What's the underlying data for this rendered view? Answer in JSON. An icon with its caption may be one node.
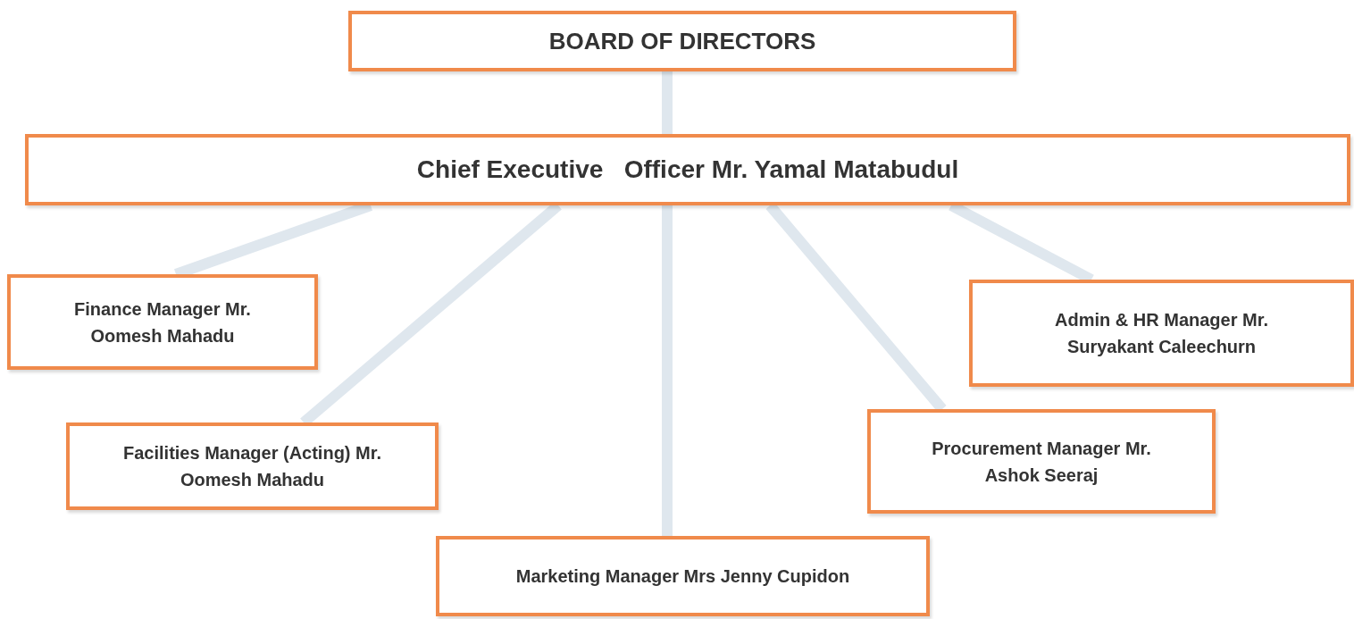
{
  "diagram": {
    "nodes": [
      {
        "text": [
          "BOARD OF DIRECTORS"
        ]
      },
      {
        "text": [
          "Chief Executive   Officer Mr. Yamal Matabudul"
        ]
      },
      {
        "text": [
          "Finance Manager Mr. Oomesh Mahadu"
        ]
      },
      {
        "text": [
          "Admin & HR Manager Mr. Suryakant Caleechurn"
        ]
      },
      {
        "text": [
          "Facilities Manager (Acting) Mr. Oomesh Mahadu"
        ]
      },
      {
        "text": [
          "Procurement Manager Mr. Ashok Seeraj"
        ]
      },
      {
        "text": [
          "Marketing Manager Mrs Jenny Cupidon"
        ]
      }
    ],
    "edges": [
      {
        "from": 0,
        "to": 1,
        "arrow": "none"
      },
      {
        "from": 1,
        "to": 2,
        "arrow": "none"
      },
      {
        "from": 1,
        "to": 4,
        "arrow": "none"
      },
      {
        "from": 1,
        "to": 6,
        "arrow": "none"
      },
      {
        "from": 1,
        "to": 5,
        "arrow": "none"
      },
      {
        "from": 1,
        "to": 3,
        "arrow": "none"
      }
    ]
  }
}
